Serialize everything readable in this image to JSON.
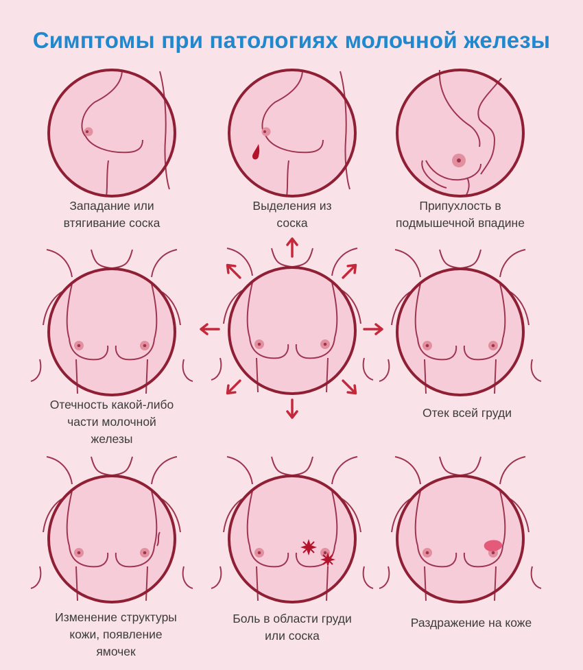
{
  "title": "Симптомы при патологиях молочной железы",
  "colors": {
    "background": "#fae3e8",
    "title": "#1f88cf",
    "circle_ring": "#8e1f35",
    "skin": "#f7ccd9",
    "line": "#9e3550",
    "nipple": "#e2909f",
    "arrow": "#c4283b",
    "discharge": "#b3122a"
  },
  "center_illustration": {
    "name": "front-torso-center",
    "arrows": 8
  },
  "symptoms": [
    {
      "id": "nipple-retraction",
      "label_lines": [
        "Западание или",
        "втягивание соска"
      ]
    },
    {
      "id": "nipple-discharge",
      "label_lines": [
        "Выделения из",
        "соска"
      ]
    },
    {
      "id": "axillary-swelling",
      "label_lines": [
        "Припухлость в",
        "подмышечной впадине"
      ]
    },
    {
      "id": "partial-swelling",
      "label_lines": [
        "Отечность какой-либо",
        "части молочной",
        "железы"
      ]
    },
    {
      "id": "whole-breast-edema",
      "label_lines": [
        "Отек всей груди"
      ]
    },
    {
      "id": "skin-dimpling",
      "label_lines": [
        "Изменение структуры",
        "кожи, появление",
        "ямочек"
      ]
    },
    {
      "id": "breast-pain",
      "label_lines": [
        "Боль в области груди",
        "или соска"
      ]
    },
    {
      "id": "skin-irritation",
      "label_lines": [
        "Раздражение на коже"
      ]
    }
  ]
}
